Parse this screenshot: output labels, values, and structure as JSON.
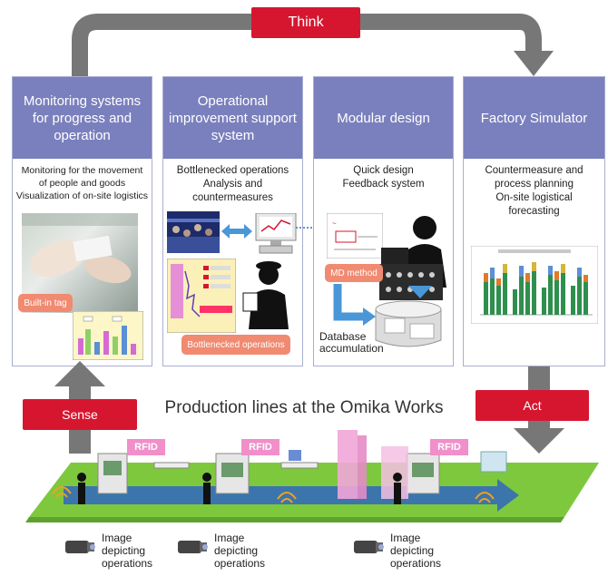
{
  "labels": {
    "think": "Think",
    "sense": "Sense",
    "act": "Act",
    "production_title": "Production lines at the Omika Works"
  },
  "panels": [
    {
      "title": "Monitoring systems for progress and operation",
      "desc": [
        "Monitoring for the movement",
        "of people and goods",
        "Visualization of on-site logistics"
      ],
      "badge": "Built-in tag"
    },
    {
      "title": "Operational improvement support system",
      "desc": [
        "Bottlenecked operations",
        "Analysis and",
        "countermeasures"
      ],
      "badge": "Bottlenecked operations"
    },
    {
      "title": "Modular design",
      "desc": [
        "Quick design",
        "Feedback system"
      ],
      "badge": "MD method",
      "caption": [
        "Database",
        "accumulation"
      ]
    },
    {
      "title": "Factory Simulator",
      "desc": [
        "Countermeasure and",
        "process planning",
        "On-site logistical",
        "forecasting"
      ]
    }
  ],
  "rfid": "RFID",
  "camera_caption": [
    "Image",
    "depicting",
    "operations"
  ],
  "colors": {
    "panel_header": "#7a80bd",
    "accent_red": "#d6162f",
    "badge_salmon": "#f08a71",
    "arrow_gray": "#777777",
    "floor_green": "#7ec83d",
    "flow_blue": "#2f66c0"
  }
}
